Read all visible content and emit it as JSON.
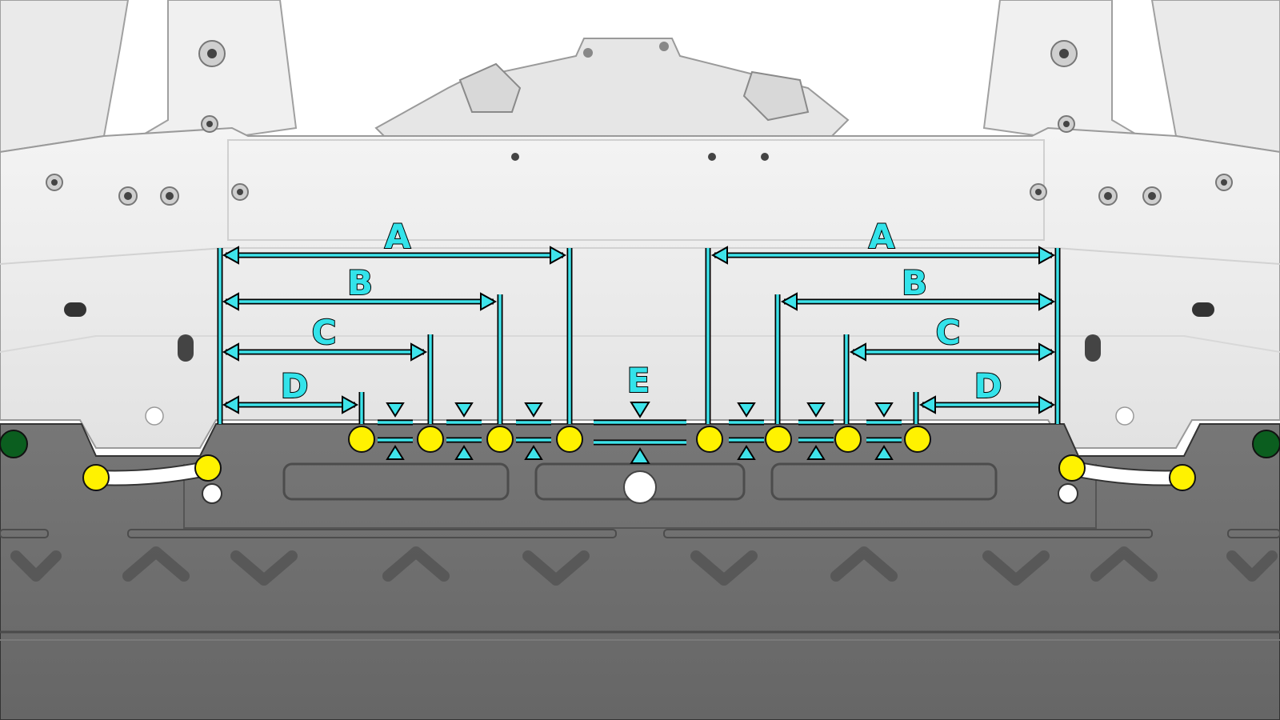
{
  "diagram": {
    "labels": {
      "a": "A",
      "b": "B",
      "c": "C",
      "d": "D",
      "e": "E"
    },
    "colors": {
      "background": "#ffffff",
      "frame": "#eeeeee",
      "frame_outline": "#9a9a9a",
      "panel": "#6f6f6f",
      "panel_dark": "#5a5a5a",
      "dimension": "#3ee3ea",
      "fastener_yellow": "#fff200",
      "fastener_green": "#0b5e1f",
      "fastener_white": "#ffffff"
    },
    "icons": [
      "arrow-icon",
      "gap-marker-icon",
      "fastener-icon"
    ]
  }
}
